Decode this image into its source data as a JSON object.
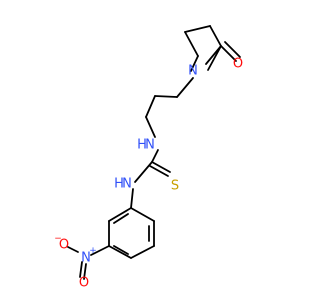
{
  "molecule": {
    "atom_labels": {
      "n_pyrrolidone": "N",
      "o_carbonyl": "O",
      "n_thiourea_upper": "N",
      "h_thiourea_upper": "H",
      "s_thione": "S",
      "n_thiourea_lower": "N",
      "h_thiourea_lower": "H",
      "n_nitro": "N",
      "n_nitro_charge": "+",
      "o_nitro_single": "O",
      "o_nitro_single_charge": "−",
      "o_nitro_double": "O"
    },
    "colors": {
      "bond": "#000000",
      "nitrogen": "#3050F8",
      "oxygen": "#FF0D0D",
      "sulfur": "#C8A000",
      "hydrogen": "#3050F8"
    }
  }
}
